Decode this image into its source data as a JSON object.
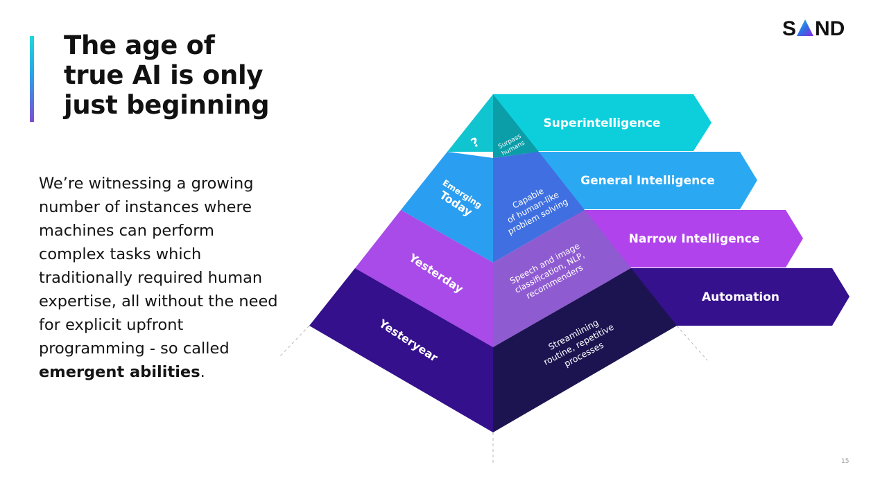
{
  "slide": {
    "title_lines": [
      "The age of",
      "true AI is only",
      "just beginning"
    ],
    "body_text": "We’re witnessing a growing number of instances where machines can perform complex tasks which traditionally required human expertise, all without the need for explicit upfront programming - so called ",
    "body_emphasis": "emergent abilities",
    "body_end": ".",
    "page_number": "15"
  },
  "logo": {
    "letters_left": "S",
    "letters_right": "ND",
    "colors": [
      "#17d6e0",
      "#2f6fe4",
      "#8a2be2"
    ]
  },
  "pyramid": {
    "levels": [
      {
        "arrow_label": "Superintelligence",
        "era_label": "?",
        "description_lines": [
          "Surpass",
          "humans"
        ],
        "arrow_color": "#0dcfdc",
        "left_color": "#10c4d0",
        "right_color": "#0b9ea8"
      },
      {
        "arrow_label": "General Intelligence",
        "era_label_lines": [
          "Emerging",
          "Today"
        ],
        "description_lines": [
          "Capable",
          "of human-like",
          "problem solving"
        ],
        "arrow_color": "#2ba8f2",
        "left_color": "#2a9ef0",
        "right_color": "#3f6fe0"
      },
      {
        "arrow_label": "Narrow Intelligence",
        "era_label": "Yesterday",
        "description_lines": [
          "Speech and image",
          "classification, NLP,",
          "recommenders"
        ],
        "arrow_color": "#b043ec",
        "left_color": "#a84be8",
        "right_color": "#8f5bd1"
      },
      {
        "arrow_label": "Automation",
        "era_label": "Yesteryear",
        "description_lines": [
          "Streamlining",
          "routine, repetitive",
          "processes"
        ],
        "arrow_color": "#36118d",
        "left_color": "#34108c",
        "right_color": "#1c1450"
      }
    ]
  }
}
